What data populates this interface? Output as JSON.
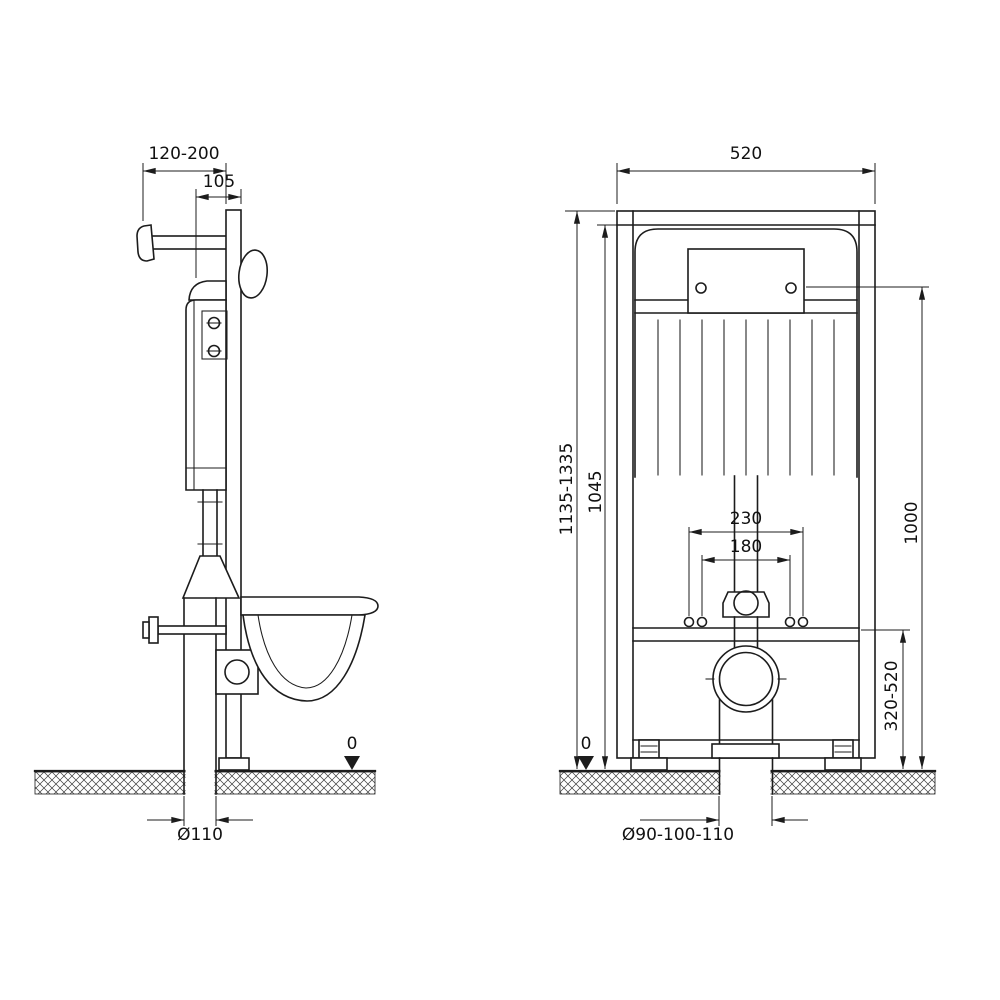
{
  "side_view": {
    "depth_range": "120-200",
    "frame_depth": "105",
    "floor_level": "0",
    "drain_pipe_diameter": "Ø110"
  },
  "front_view": {
    "frame_width": "520",
    "overall_height_range": "1135-1335",
    "frame_height": "1045",
    "cistern_fixing_height": "1000",
    "fixing_spacing_outer": "230",
    "fixing_spacing_inner": "180",
    "outlet_height_range": "320-520",
    "floor_level": "0",
    "outlet_diameter_range": "Ø90-100-110"
  },
  "style": {
    "line_color": "#1c1c1c",
    "background": "#ffffff"
  }
}
